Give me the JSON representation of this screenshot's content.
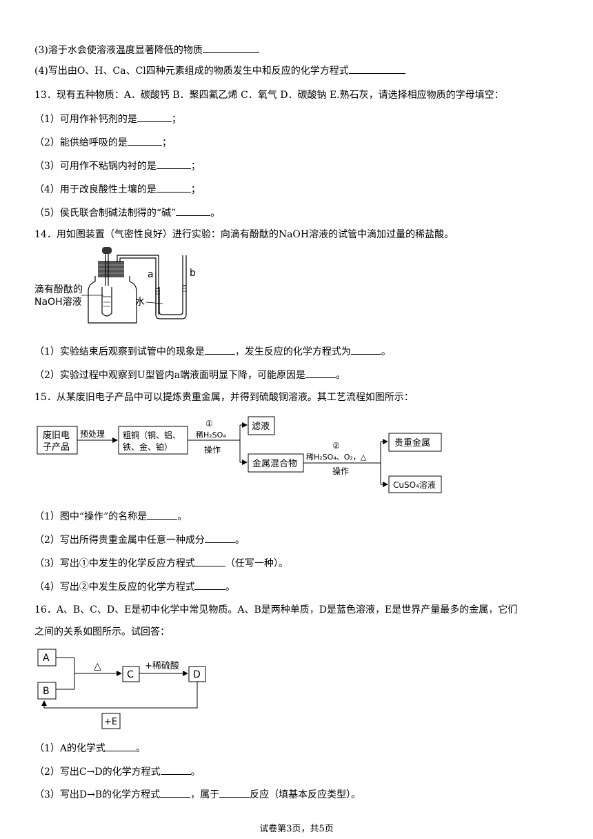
{
  "lines": {
    "q12_3": "(3)溶于水会使溶液温度显著降低的物质",
    "q12_4": "(4)写出由O、H、Ca、Cl四种元素组成的物质发生中和反应的化学方程式",
    "q13": "13．现有五种物质：A．碳酸钙  B．聚四氟乙烯  C．氧气  D．碳酸钠  E.熟石灰，请选择相应物质的字母填空：",
    "q13_1": "（1）可用作补钙剂的是",
    "q13_2": "（2）能供给呼吸的是",
    "q13_3": "（3）可用作不粘锅内衬的是",
    "q13_4": "（4）用于改良酸性土壤的是",
    "q13_5a": "（5）侯氏联合制碱法制得的“碱”",
    "q14": "14．用如图装置（气密性良好）进行实验：向滴有酚酞的NaOH溶液的试管中滴加过量的稀盐酸。",
    "q14_1a": "（1）实验结束后观察到试管中的现象是",
    "q14_1b": "，发生反应的化学方程式为",
    "q14_2": "（2）实验过程中观察到U型管内a端液面明显下降，可能原因是",
    "q15": "15．从某废旧电子产品中可以提炼贵重金属，并得到硫酸铜溶液。其工艺流程如图所示：",
    "q15_1": "（1）图中“操作”的名称是",
    "q15_2": "（2）写出所得贵重金属中任意一种成分",
    "q15_3a": "（3）写出①中发生的化学反应方程式",
    "q15_3b": "（任写一种）。",
    "q15_4": "（4）写出②中发生反应的化学方程式",
    "q16a": "16．A、B、C、D、E是初中化学中常见物质。A、B是两种单质，D是蓝色溶液，E是世界产量最多的金属，它们",
    "q16b": "之间的关系如图所示。试回答：",
    "q16_1": "（1）A的化学式",
    "q16_2": "（2）写出C→D的化学方程式",
    "q16_3a": "（3）写出D→B的化学方程式",
    "q16_3b": "，属于",
    "q16_3c": "反应（填基本反应类型）。",
    "end_semi": "；",
    "end_period": "。",
    "footer": "试卷第3页，共5页"
  },
  "apparatus": {
    "label_solution_1": "滴有酚酞的",
    "label_solution_2": "NaOH溶液",
    "label_water": "水",
    "label_a": "a",
    "label_b": "b"
  },
  "flow": {
    "box_waste": [
      "废旧电",
      "子产品"
    ],
    "arrow_pre": "预处理",
    "box_crude": [
      "粗铜（铜、铝、",
      "铁、金、铂）"
    ],
    "step1_num": "①",
    "step1_reagent": "稀H₂SO₄",
    "step1_op": "操作",
    "box_filtrate": "滤液",
    "box_mixed": "金属混合物",
    "step2_num": "②",
    "step2_reagent": "稀H₂SO₄、O₂，△",
    "step2_op": "操作",
    "box_precious": "贵重金属",
    "box_cuso4": "CuSO₄溶液"
  },
  "relation": {
    "box_A": "A",
    "box_B": "B",
    "box_C": "C",
    "box_D": "D",
    "heat": "△",
    "acid": "+稀硫酸",
    "plus_E": "+E"
  }
}
